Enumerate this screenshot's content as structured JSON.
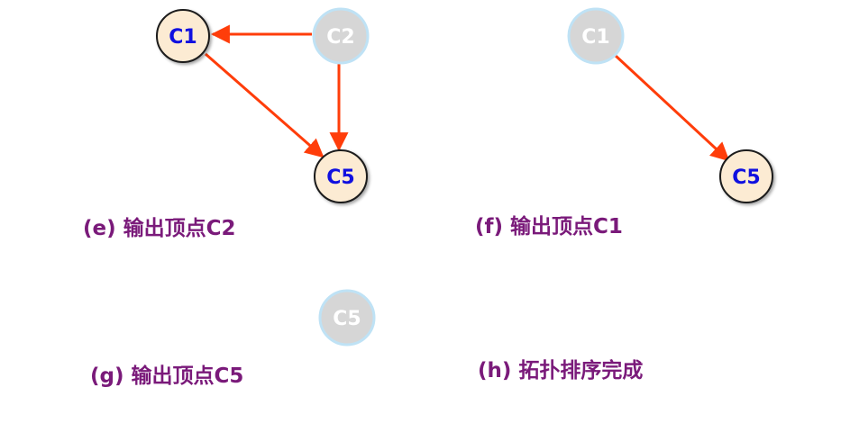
{
  "panels": [
    {
      "id": "e",
      "caption": "(e) 输出顶点C2",
      "nodes": [
        {
          "id": "c1",
          "label": "C1",
          "status": "active"
        },
        {
          "id": "c2",
          "label": "C2",
          "status": "removed"
        },
        {
          "id": "c5",
          "label": "C5",
          "status": "active"
        }
      ],
      "edges": [
        {
          "from": "C2",
          "to": "C1"
        },
        {
          "from": "C1",
          "to": "C5"
        },
        {
          "from": "C2",
          "to": "C5"
        }
      ]
    },
    {
      "id": "f",
      "caption": "(f) 输出顶点C1",
      "nodes": [
        {
          "id": "c1",
          "label": "C1",
          "status": "removed"
        },
        {
          "id": "c5",
          "label": "C5",
          "status": "active"
        }
      ],
      "edges": [
        {
          "from": "C1",
          "to": "C5"
        }
      ]
    },
    {
      "id": "g",
      "caption": "(g) 输出顶点C5",
      "nodes": [
        {
          "id": "c5",
          "label": "C5",
          "status": "removed"
        }
      ],
      "edges": []
    },
    {
      "id": "h",
      "caption": "(h) 拓扑排序完成",
      "nodes": [],
      "edges": []
    }
  ],
  "colors": {
    "active_fill": "#fcebd3",
    "active_stroke": "#1a1a1a",
    "active_text": "#1010e0",
    "removed_fill": "#d6d6d6",
    "removed_stroke": "#bfe2f5",
    "removed_text": "#ffffff",
    "edge": "#ff3d0a",
    "caption": "#7a1a7a"
  }
}
